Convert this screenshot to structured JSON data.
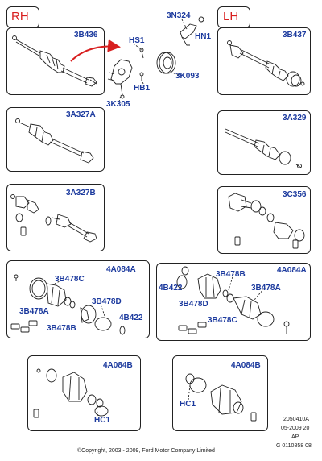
{
  "sides": {
    "rh": "RH",
    "lh": "LH"
  },
  "center": {
    "labels": {
      "n3n324": "3N324",
      "hs1": "HS1",
      "hn1": "HN1",
      "k3093": "3K093",
      "hb1": "HB1",
      "k3305": "3K305"
    }
  },
  "panels": {
    "p1": {
      "part": "3B436"
    },
    "p2": {
      "part": "3B437"
    },
    "p3": {
      "part": "3A327A"
    },
    "p4": {
      "part": "3A329"
    },
    "p5": {
      "part": "3A327B"
    },
    "p6": {
      "part": "3C356"
    },
    "p7": {
      "part": "4A084A",
      "callouts": {
        "a": "3B478C",
        "b": "3B478A",
        "c": "3B478D",
        "d": "3B478B",
        "e": "4B422"
      }
    },
    "p8": {
      "part": "4A084A",
      "callouts": {
        "a": "3B478B",
        "b": "4B422",
        "c": "3B478D",
        "d": "3B478A",
        "e": "3B478C"
      }
    },
    "p9": {
      "part": "4A084B",
      "callouts": {
        "a": "HC1"
      }
    },
    "p10": {
      "part": "4A084B",
      "callouts": {
        "a": "HC1"
      }
    }
  },
  "footer": {
    "copyright": "©Copyright, 2003 - 2009, Ford Motor Company Limited",
    "ref1": "2050410A",
    "ref2": "05-2009 20",
    "ref3": "AP",
    "ref4": "G 0110858 08"
  },
  "colors": {
    "label": "#1c3a9e",
    "side": "#d81f1f",
    "arrow": "#d81f1f",
    "line": "#222222"
  }
}
